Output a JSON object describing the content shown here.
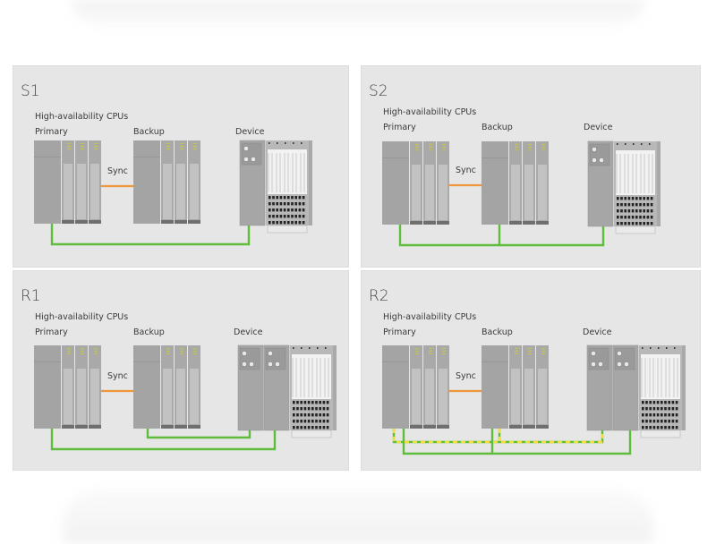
{
  "colors": {
    "panel_bg": "#e6e6e6",
    "module": "#a8a8a8",
    "module_dark": "#9a9a9a",
    "module_light": "#c4c4c4",
    "sync_line": "#f0963a",
    "network_green": "#5fbd3c",
    "network_yellow": "#f2de3c"
  },
  "common": {
    "group_label": "High-availability CPUs",
    "primary_label": "Primary",
    "backup_label": "Backup",
    "device_label": "Device",
    "sync_label": "Sync"
  },
  "panels": [
    {
      "id": "S1",
      "title": "S1",
      "device_interfaces": 1,
      "topology": "Single device interface; one network line from Primary to Device"
    },
    {
      "id": "S2",
      "title": "S2",
      "device_interfaces": 1,
      "topology": "Single device interface; Primary and Backup both connected to Device"
    },
    {
      "id": "R1",
      "title": "R1",
      "device_interfaces": 2,
      "topology": "Redundant device interfaces; Primary and Backup each connected to a separate interface"
    },
    {
      "id": "R2",
      "title": "R2",
      "device_interfaces": 2,
      "topology": "Redundant device interfaces with two networks (green and green/yellow dashed) linking both CPUs to both interfaces"
    }
  ]
}
